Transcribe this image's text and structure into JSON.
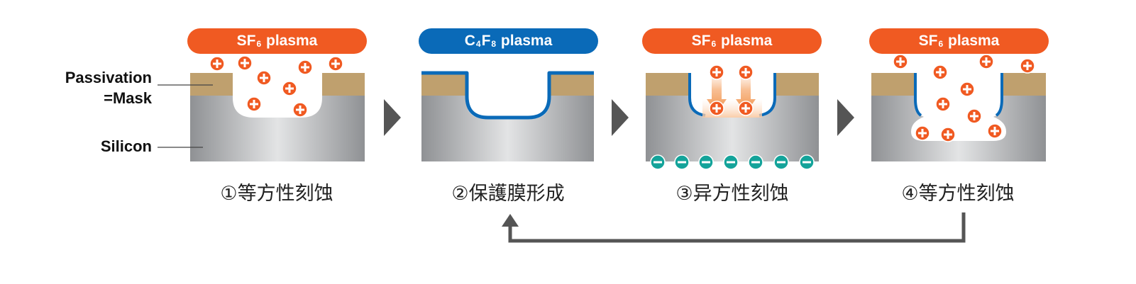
{
  "labels": {
    "passivation": "Passivation",
    "mask": "=Mask",
    "silicon": "Silicon"
  },
  "colors": {
    "sf6": "#f05a22",
    "c4f8": "#0a6ab8",
    "mask": "#bfa06e",
    "ion": "#f05a22",
    "electron": "#14a39a",
    "arrow": "#555555"
  },
  "steps": [
    {
      "gas": "SF",
      "sub": "6",
      "suffix": " plasma",
      "caption": "①等方性刻蚀"
    },
    {
      "gas": "C",
      "sub": "4",
      "mid": "F",
      "sub2": "8",
      "suffix": " plasma",
      "caption": "②保護膜形成"
    },
    {
      "gas": "SF",
      "sub": "6",
      "suffix": " plasma",
      "caption": "③异方性刻蚀"
    },
    {
      "gas": "SF",
      "sub": "6",
      "suffix": " plasma",
      "caption": "④等方性刻蚀"
    }
  ],
  "icons": {
    "ion": "plus-ion-icon",
    "electron": "minus-electron-icon",
    "step_arrow": "chevron-right-icon",
    "cycle_arrow": "loop-back-arrow-icon"
  }
}
